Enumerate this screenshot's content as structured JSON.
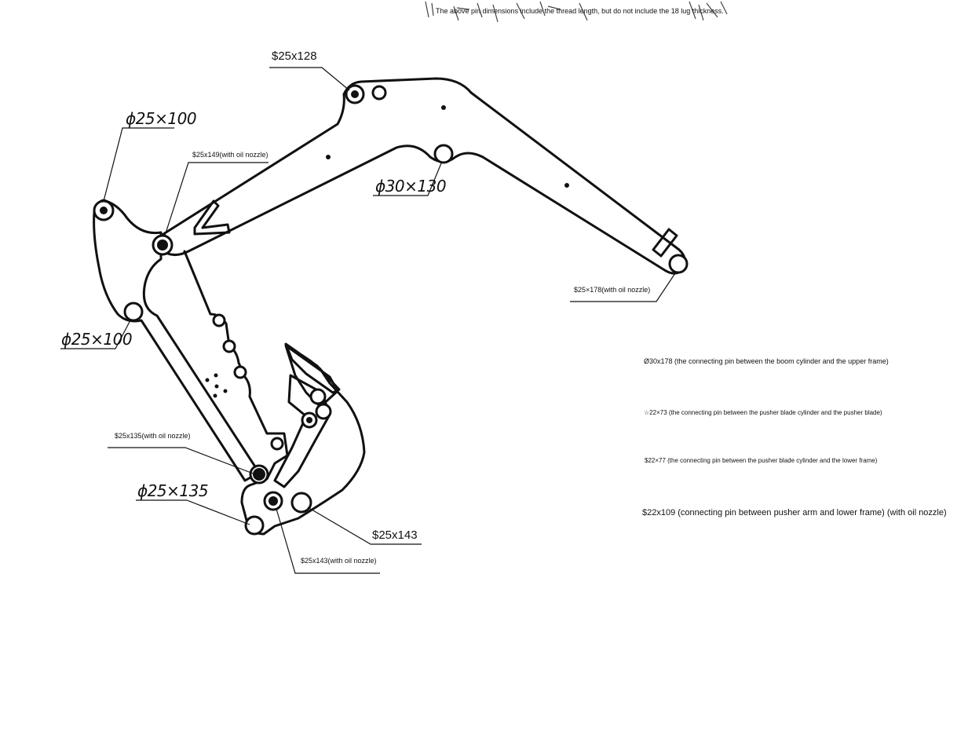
{
  "header": {
    "note": "The above pin dimensions include the thread length, but do not include the 18 lug thickness."
  },
  "callouts": {
    "pin_top_boom": "$25x128",
    "pin_upper_left": "ϕ25×100",
    "pin_boom_nozzle": "$25x149(with oil nozzle)",
    "pin_boom_mid": "ϕ30×130",
    "pin_boom_end": "$25×178(with oil nozzle)",
    "pin_frame_lower": "ϕ25×100",
    "pin_arm_nozzle": "$25x135(with oil nozzle)",
    "pin_bottom_left": "ϕ25×135",
    "pin_bottom_right": "$25x143",
    "pin_bottom_nozzle": "$25x143(with oil nozzle)"
  },
  "notes": [
    "Ø30x178 (the connecting pin between the boom cylinder and the upper frame)",
    "☆22×73 (the connecting pin between the pusher blade cylinder and the pusher blade)",
    "$22×77 (the connecting pin between the pusher blade cylinder and the lower frame)",
    "$22x109 (connecting pin between pusher arm and lower frame) (with oil nozzle)"
  ]
}
